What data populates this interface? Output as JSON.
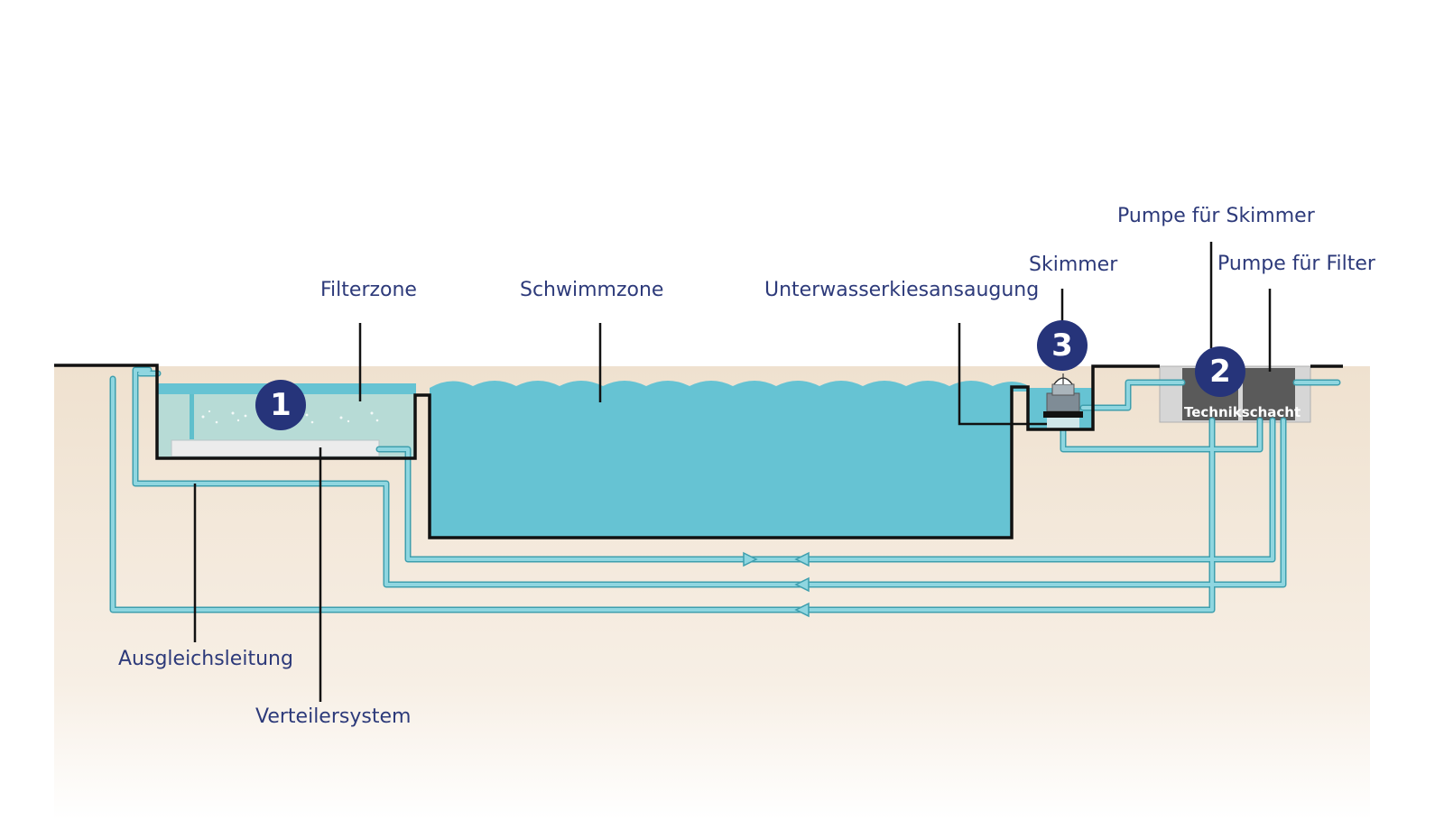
{
  "labels": {
    "filterzone": "Filterzone",
    "schwimmzone": "Schwimmzone",
    "unterwasser": "Unterwasserkiesansaugung",
    "skimmer": "Skimmer",
    "pumpe_skimmer": "Pumpe für Skimmer",
    "pumpe_filter": "Pumpe für Filter",
    "ausgleich": "Ausgleichsleitung",
    "verteiler": "Verteilersystem",
    "technikschacht": "Technikschacht"
  },
  "badges": {
    "one": "1",
    "two": "2",
    "three": "3"
  },
  "colors": {
    "water": "#66c3d3",
    "filter_water": "#b7dbd6",
    "ground": "#f2e6d6",
    "pipe": "#5fbfcc",
    "outline": "#111111",
    "label_text": "#2d3a7a",
    "badge": "#26347a",
    "shaft_dark": "#555555",
    "shaft_light": "#d6d6d6"
  }
}
